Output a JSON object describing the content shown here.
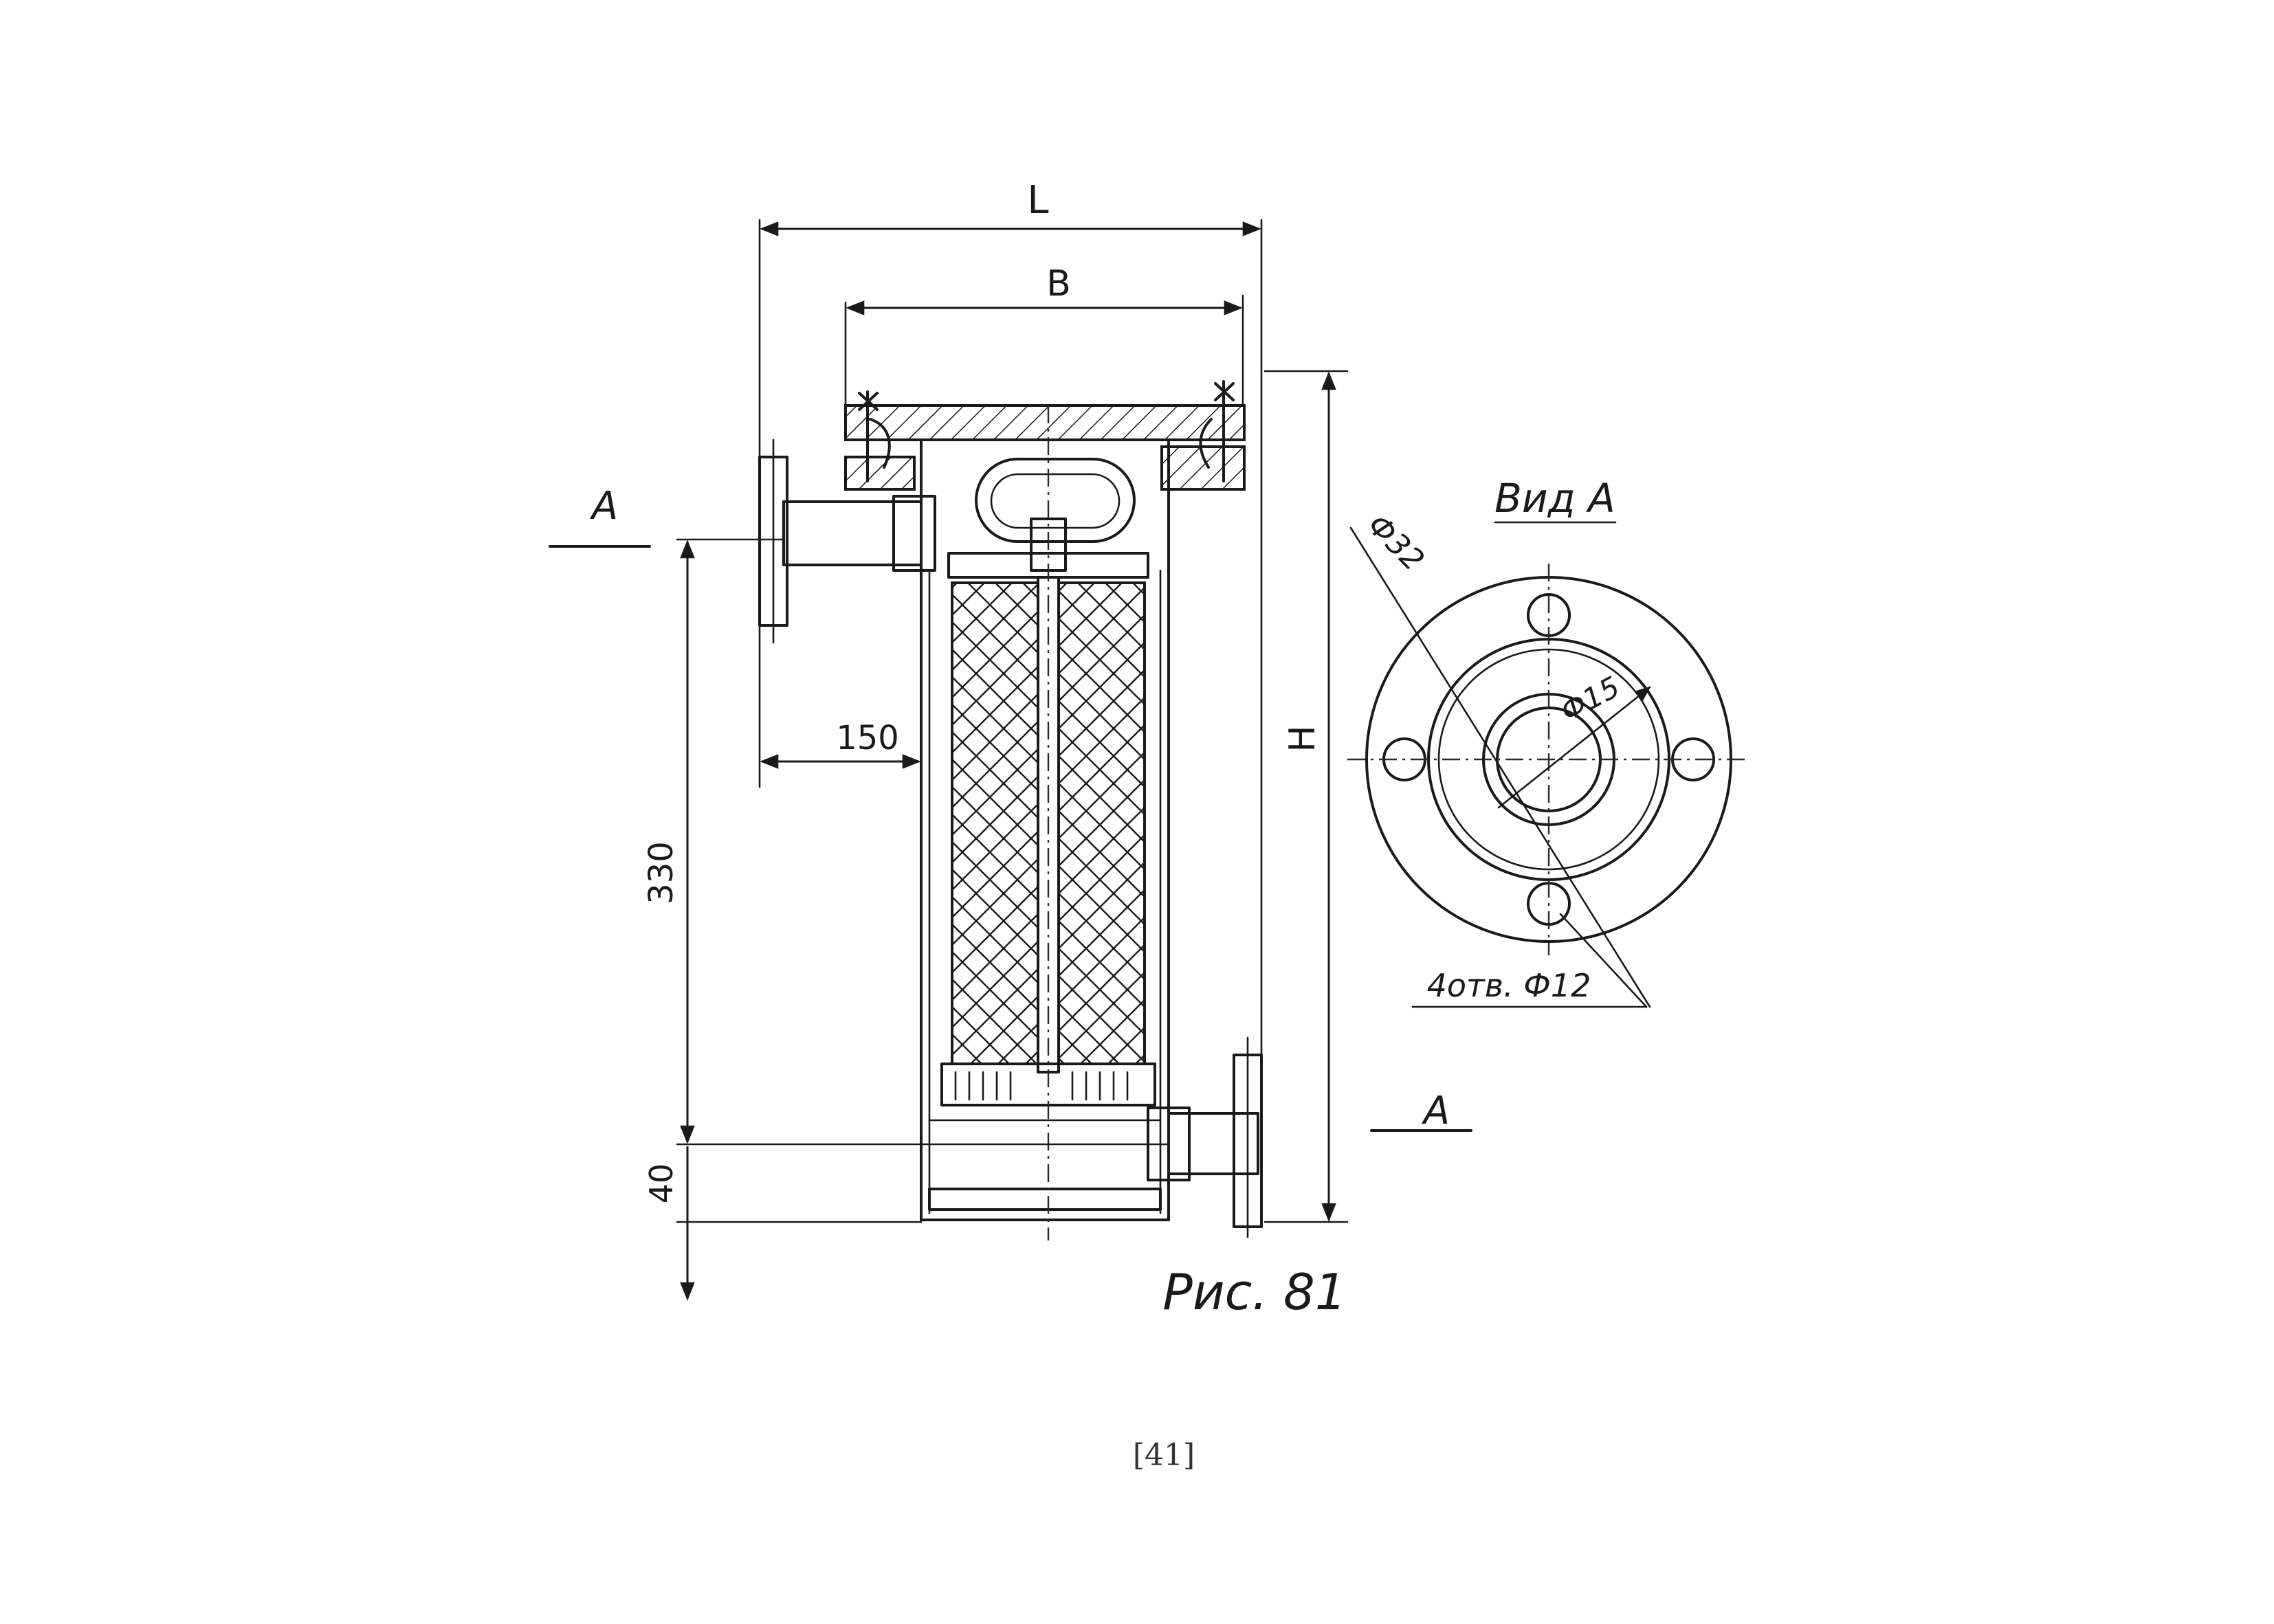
{
  "drawing": {
    "dimensions": {
      "overall_length": "L",
      "flange_width": "B",
      "height": "H",
      "nozzle_offset": "150",
      "inlet_height": "330",
      "outlet_height": "40"
    },
    "section_marks": {
      "left": "A",
      "right": "A"
    },
    "view_a": {
      "title": "Вид A",
      "outer_diameter": "Ф32",
      "inner_diameter": "Ф15",
      "holes_note": "4отв. Ф12"
    },
    "caption": "Рис. 81",
    "page_number": "[41]"
  }
}
